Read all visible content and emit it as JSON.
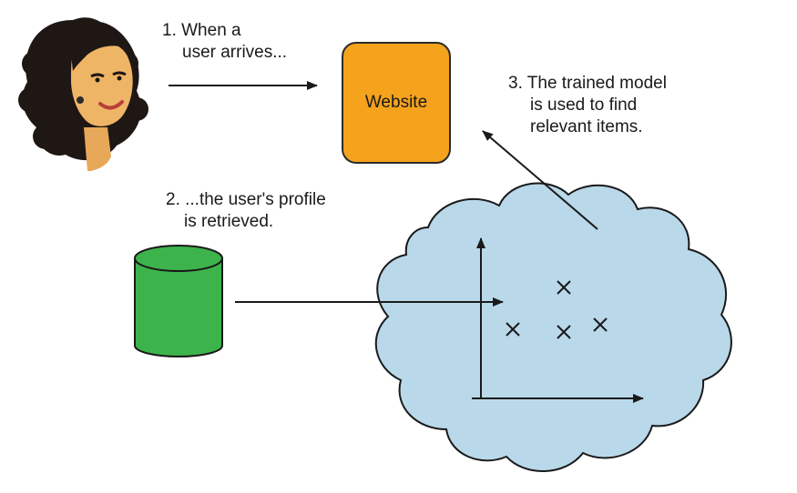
{
  "steps": {
    "step1": {
      "line1": "1. When a",
      "line2": "user arrives..."
    },
    "step2": {
      "line1": "2. ...the user's profile",
      "line2": "is retrieved."
    },
    "step3": {
      "line1": "3. The trained model",
      "line2": "is used to find",
      "line3": "relevant items."
    }
  },
  "website": {
    "label": "Website"
  },
  "colors": {
    "website_fill": "#f5a21c",
    "database_fill": "#3cb44b",
    "cloud_fill": "#b9d8ea",
    "stroke": "#1a1a1a"
  },
  "icons": [
    "user-avatar-icon",
    "database-icon",
    "model-cloud-icon",
    "arrow-icon"
  ]
}
